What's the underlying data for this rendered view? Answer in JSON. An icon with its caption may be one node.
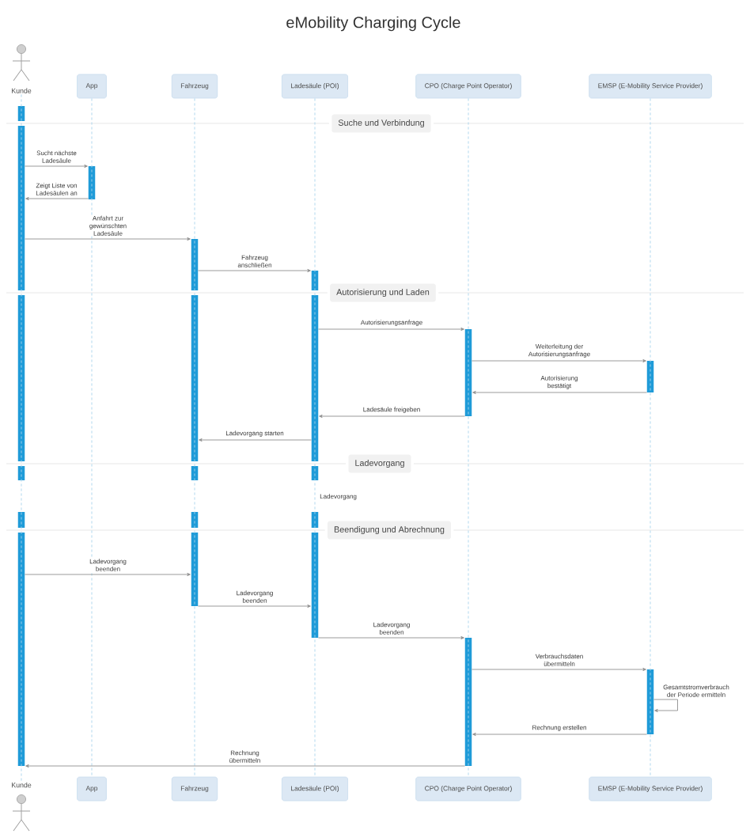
{
  "diagram": {
    "title": "eMobility Charging Cycle",
    "nodes": [
      {
        "text": [
          "Kunde"
        ]
      },
      {
        "text": [
          "App"
        ]
      },
      {
        "text": [
          "Fahrzeug"
        ]
      },
      {
        "text": [
          "Ladesäule (POI)"
        ]
      },
      {
        "text": [
          "CPO (Charge Point Operator)"
        ]
      },
      {
        "text": [
          "EMSP (E-Mobility Service Provider)"
        ]
      },
      {
        "text": [],
        "shape": "bar"
      },
      {
        "text": [
          "Suche und Verbindung"
        ]
      },
      {
        "text": [],
        "shape": "bar"
      },
      {
        "text": [],
        "shape": "bar"
      },
      {
        "text": [],
        "shape": "bar",
        "beside": [
          "Ladevorgang"
        ]
      },
      {
        "text": [
          "Autorisierung und Laden"
        ]
      },
      {
        "text": [],
        "shape": "bar"
      },
      {
        "text": [],
        "shape": "bar"
      },
      {
        "text": [
          "Ladevorgang"
        ]
      },
      {
        "text": [
          "Beendigung und Abrechnung"
        ]
      },
      {
        "text": [],
        "shape": "bar"
      },
      {
        "text": [],
        "shape": "bar"
      },
      {
        "text": [
          "Kunde"
        ]
      },
      {
        "text": [
          "App"
        ]
      },
      {
        "text": [
          "Fahrzeug"
        ]
      },
      {
        "text": [
          "Ladesäule (POI)"
        ]
      },
      {
        "text": [
          "CPO (Charge Point Operator)"
        ]
      },
      {
        "text": [
          "EMSP (E-Mobility Service Provider)"
        ]
      }
    ],
    "edges": [
      {
        "from": 0,
        "to": 18,
        "arrow": "none",
        "style": "dashed",
        "color": "#a8d4ec"
      },
      {
        "from": 1,
        "to": 19,
        "arrow": "none",
        "style": "dashed",
        "color": "#a8d4ec"
      },
      {
        "from": 2,
        "to": 20,
        "arrow": "none",
        "style": "dashed",
        "color": "#a8d4ec"
      },
      {
        "from": 3,
        "to": 21,
        "arrow": "none",
        "style": "dashed",
        "color": "#a8d4ec"
      },
      {
        "from": 4,
        "to": 22,
        "arrow": "none",
        "style": "dashed",
        "color": "#a8d4ec"
      },
      {
        "from": 5,
        "to": 23,
        "arrow": "none",
        "style": "dashed",
        "color": "#a8d4ec"
      },
      {
        "from": 6,
        "to": 8,
        "label": "Sucht nächste Ladesäule",
        "arrow": "to"
      },
      {
        "from": 8,
        "to": 6,
        "label": "Zeigt Liste von Ladesäulen an",
        "arrow": "to"
      },
      {
        "from": 6,
        "to": 9,
        "label": "Anfahrt zur gewünschten Ladesäule",
        "arrow": "to"
      },
      {
        "from": 9,
        "to": 10,
        "label": "Fahrzeug anschließen",
        "arrow": "to"
      },
      {
        "from": 10,
        "to": 12,
        "label": "Autorisierungsanfrage",
        "arrow": "to"
      },
      {
        "from": 12,
        "to": 13,
        "label": "Weiterleitung der Autorisierungsanfrage",
        "arrow": "to"
      },
      {
        "from": 13,
        "to": 12,
        "label": "Autorisierung bestätigt",
        "arrow": "to"
      },
      {
        "from": 12,
        "to": 10,
        "label": "Ladesäule freigeben",
        "arrow": "to"
      },
      {
        "from": 10,
        "to": 9,
        "label": "Ladevorgang starten",
        "arrow": "to"
      },
      {
        "from": 6,
        "to": 9,
        "label": "Ladevorgang beenden",
        "arrow": "to"
      },
      {
        "from": 9,
        "to": 10,
        "label": "Ladevorgang beenden",
        "arrow": "to"
      },
      {
        "from": 10,
        "to": 16,
        "label": "Ladevorgang beenden",
        "arrow": "to"
      },
      {
        "from": 16,
        "to": 17,
        "label": "Verbrauchsdaten übermitteln",
        "arrow": "to"
      },
      {
        "from": 17,
        "to": 17,
        "label": "Gesamtstromverbrauch der Periode ermitteln",
        "arrow": "to"
      },
      {
        "from": 17,
        "to": 16,
        "label": "Rechnung erstellen",
        "arrow": "to"
      },
      {
        "from": 16,
        "to": 6,
        "label": "Rechnung übermitteln",
        "arrow": "to"
      }
    ]
  }
}
